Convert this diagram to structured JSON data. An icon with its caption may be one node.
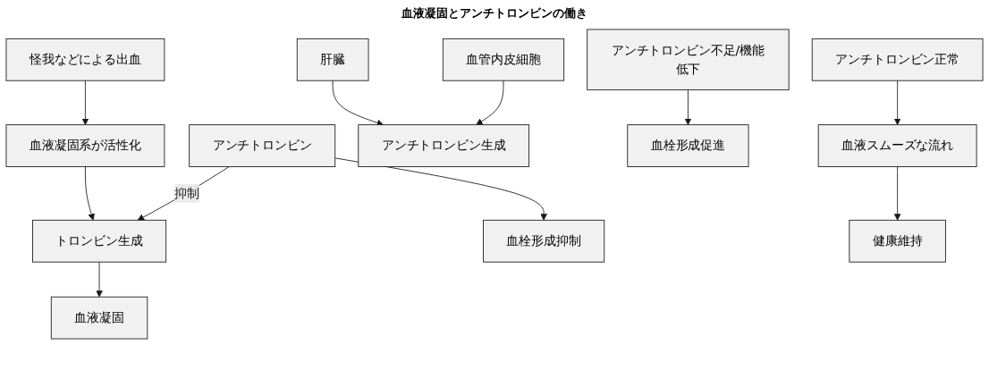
{
  "diagram": {
    "title": "血液凝固とアンチトロンビンの働き",
    "nodes": [
      {
        "text": [
          "怪我などによる出血"
        ]
      },
      {
        "text": [
          "肝臓"
        ]
      },
      {
        "text": [
          "血管内皮細胞"
        ]
      },
      {
        "text": [
          "アンチトロンビン不足/機能低下"
        ]
      },
      {
        "text": [
          "アンチトロンビン正常"
        ]
      },
      {
        "text": [
          "血液凝固系が活性化"
        ]
      },
      {
        "text": [
          "アンチトロンビン"
        ]
      },
      {
        "text": [
          "アンチトロンビン生成"
        ]
      },
      {
        "text": [
          "血栓形成促進"
        ]
      },
      {
        "text": [
          "血液スムーズな流れ"
        ]
      },
      {
        "text": [
          "トロンビン生成"
        ]
      },
      {
        "text": [
          "血栓形成抑制"
        ]
      },
      {
        "text": [
          "健康維持"
        ]
      },
      {
        "text": [
          "血液凝固"
        ]
      }
    ],
    "edges": [
      {
        "from": 0,
        "to": 5,
        "arrow": "to"
      },
      {
        "from": 5,
        "to": 10,
        "arrow": "to"
      },
      {
        "from": 6,
        "to": 10,
        "arrow": "to",
        "label": "抑制"
      },
      {
        "from": 6,
        "to": 11,
        "arrow": "to"
      },
      {
        "from": 10,
        "to": 13,
        "arrow": "to"
      },
      {
        "from": 1,
        "to": 7,
        "arrow": "to"
      },
      {
        "from": 2,
        "to": 7,
        "arrow": "to"
      },
      {
        "from": 3,
        "to": 8,
        "arrow": "to"
      },
      {
        "from": 4,
        "to": 9,
        "arrow": "to"
      },
      {
        "from": 9,
        "to": 12,
        "arrow": "to"
      }
    ]
  }
}
